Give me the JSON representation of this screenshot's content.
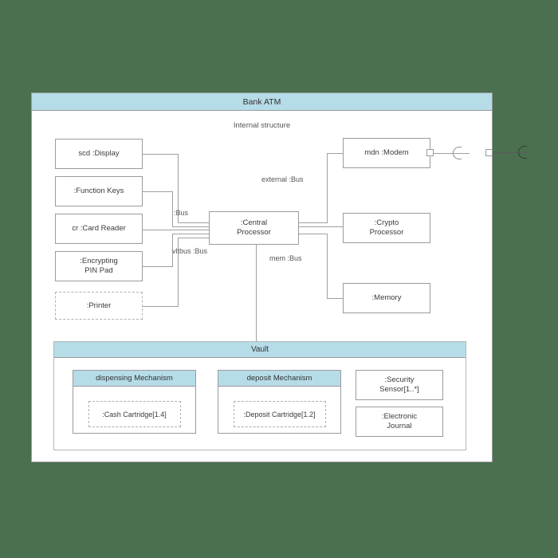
{
  "diagram": {
    "title": "Bank ATM",
    "caption": "Internal structure",
    "background_color": "#4a7050",
    "header_color": "#b6dce8",
    "border_color": "#9b9b9b"
  },
  "parts": {
    "display": "scd :Display",
    "function_keys": ":Function Keys",
    "card_reader": "cr :Card Reader",
    "pin_pad": ":Encrypting\nPIN Pad",
    "printer": ":Printer",
    "central_processor": ":Central\nProcessor",
    "modem": "mdn :Modem",
    "crypto_processor": ":Crypto\nProcessor",
    "memory": ":Memory"
  },
  "connectors": {
    "bus": ":Bus",
    "vltbus": "vltbus :Bus",
    "external_bus": "external :Bus",
    "mem_bus": "mem :Bus"
  },
  "vault": {
    "title": "Vault",
    "dispensing": {
      "title": "dispensing Mechanism",
      "cartridge": ":Cash Cartridge[1.4]"
    },
    "deposit": {
      "title": "deposit Mechanism",
      "cartridge": ":Deposit Cartridge[1.2]"
    },
    "security_sensor": ":Security\nSensor[1..*]",
    "electronic_journal": ":Electronic\nJournal"
  }
}
